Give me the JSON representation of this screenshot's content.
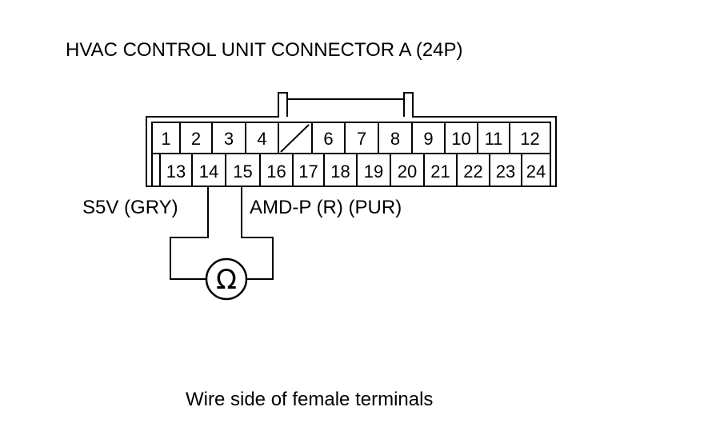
{
  "title": "HVAC CONTROL UNIT CONNECTOR A (24P)",
  "connector": {
    "top_row": [
      "1",
      "2",
      "3",
      "4",
      "",
      "6",
      "7",
      "8",
      "9",
      "10",
      "11",
      "12"
    ],
    "bottom_row": [
      "13",
      "14",
      "15",
      "16",
      "17",
      "18",
      "19",
      "20",
      "21",
      "22",
      "23",
      "24"
    ]
  },
  "wires": {
    "left_label": "S5V (GRY)",
    "right_label": "AMD-P (R) (PUR)"
  },
  "meter": {
    "symbol": "Ω",
    "icon": "ohmmeter-icon"
  },
  "caption": "Wire side of female terminals"
}
